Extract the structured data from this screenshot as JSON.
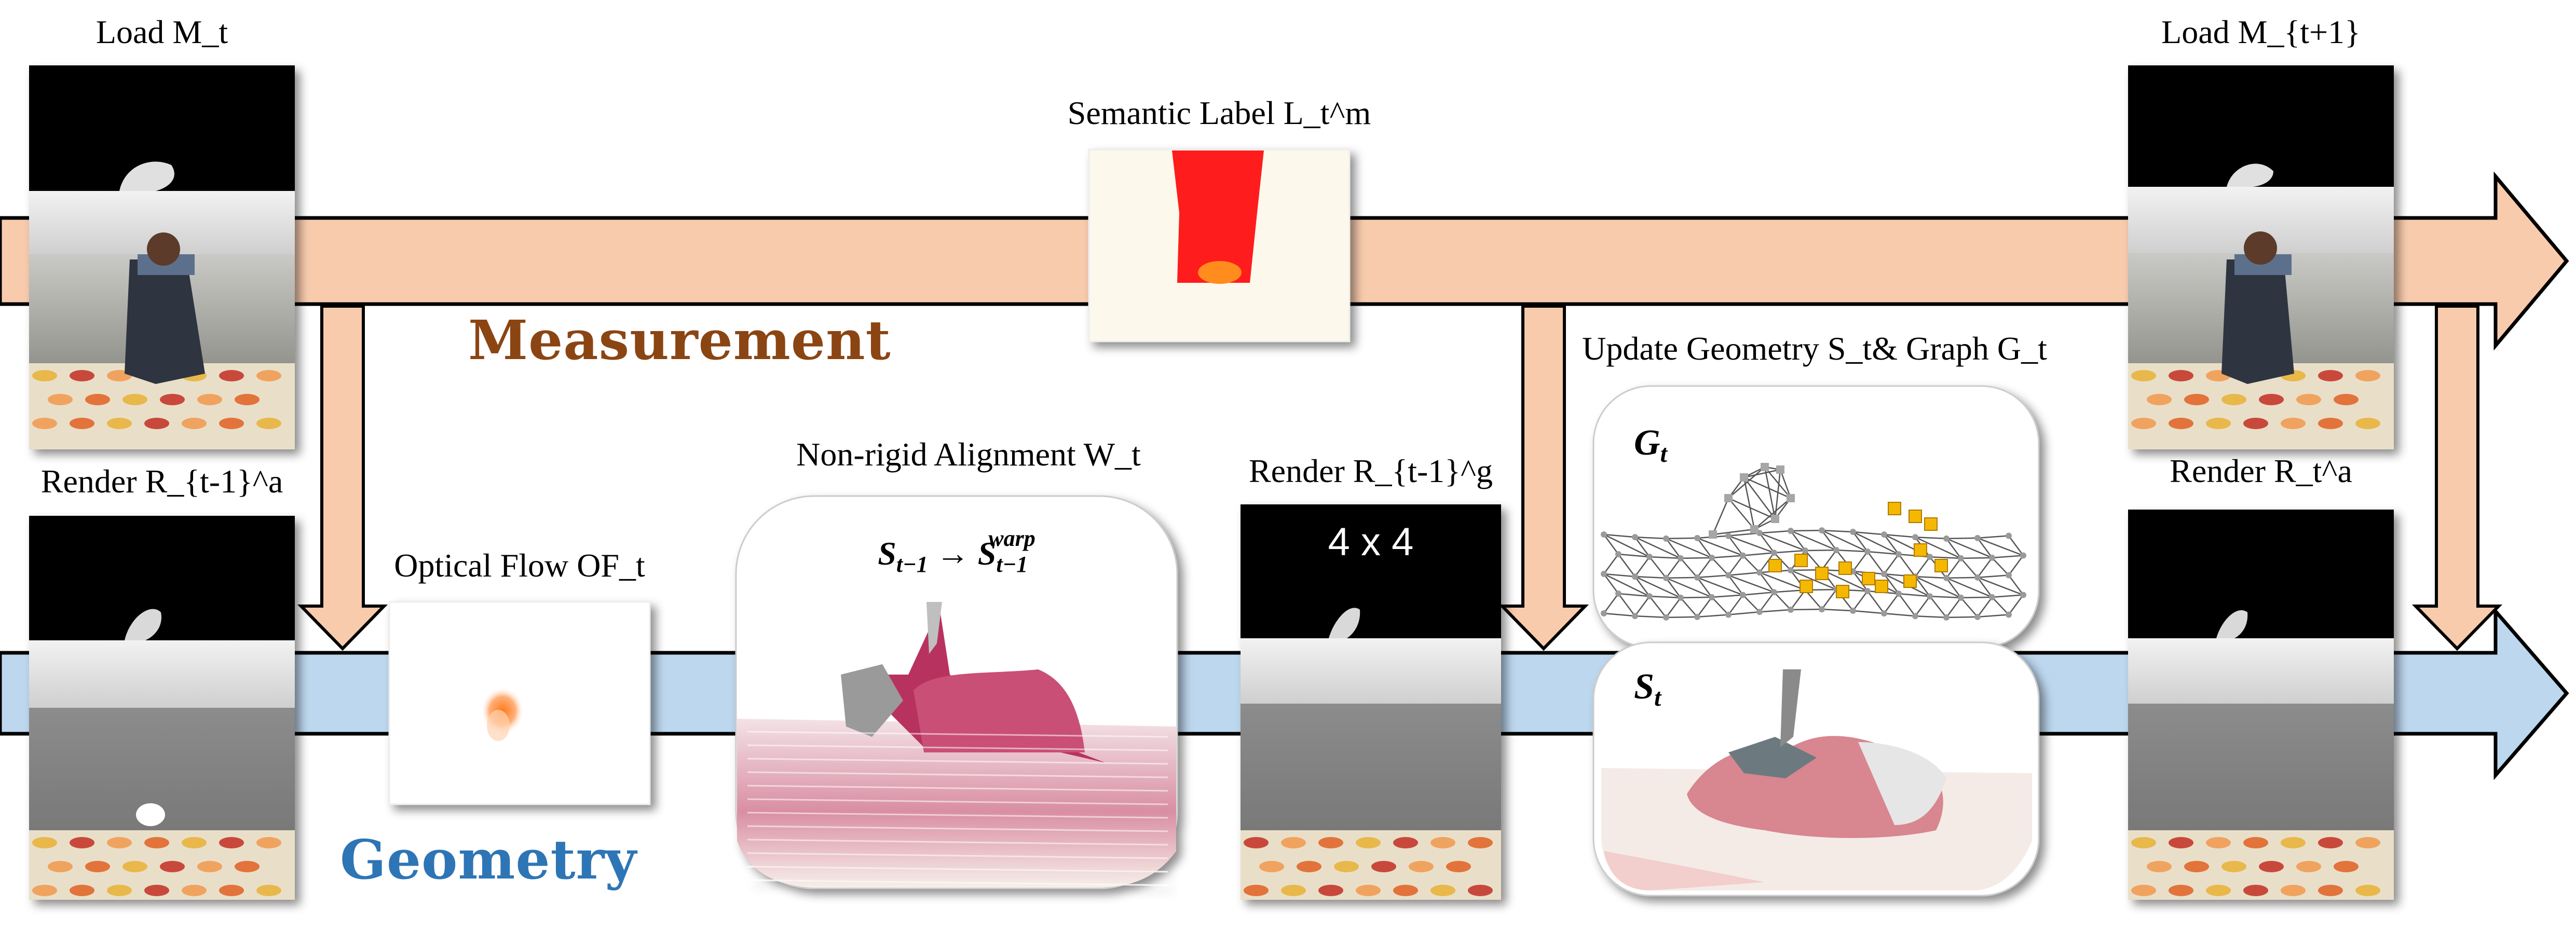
{
  "labels": {
    "load_mt": "Load M_t",
    "semantic_label": "Semantic Label L_t^m",
    "load_mt1": "Load M_{t+1}",
    "render_ra_prev": "Render R_{t-1}^a",
    "optical_flow": "Optical Flow OF_t",
    "nonrigid": "Non-rigid Alignment W_t",
    "render_rg_prev": "Render R_{t-1}^g",
    "update": "Update Geometry S_t& Graph G_t",
    "render_ra": "Render R_t^a"
  },
  "titles": {
    "measurement": "Measurement",
    "geometry": "Geometry"
  },
  "in_image": {
    "warp_formula": "S_{t-1} → S_{t-1}^{warp}",
    "grid": "4 x 4",
    "graph": "G_t",
    "surface": "S_t"
  },
  "colors": {
    "measurement_arrow": "#f8cbad",
    "geometry_arrow": "#bdd7ee",
    "measurement_title": "#8b4513",
    "geometry_title": "#2e75b6",
    "semantic_red": "#ff1a1a",
    "semantic_orange": "#ff8c1a",
    "graph_node": "#f5b800"
  }
}
